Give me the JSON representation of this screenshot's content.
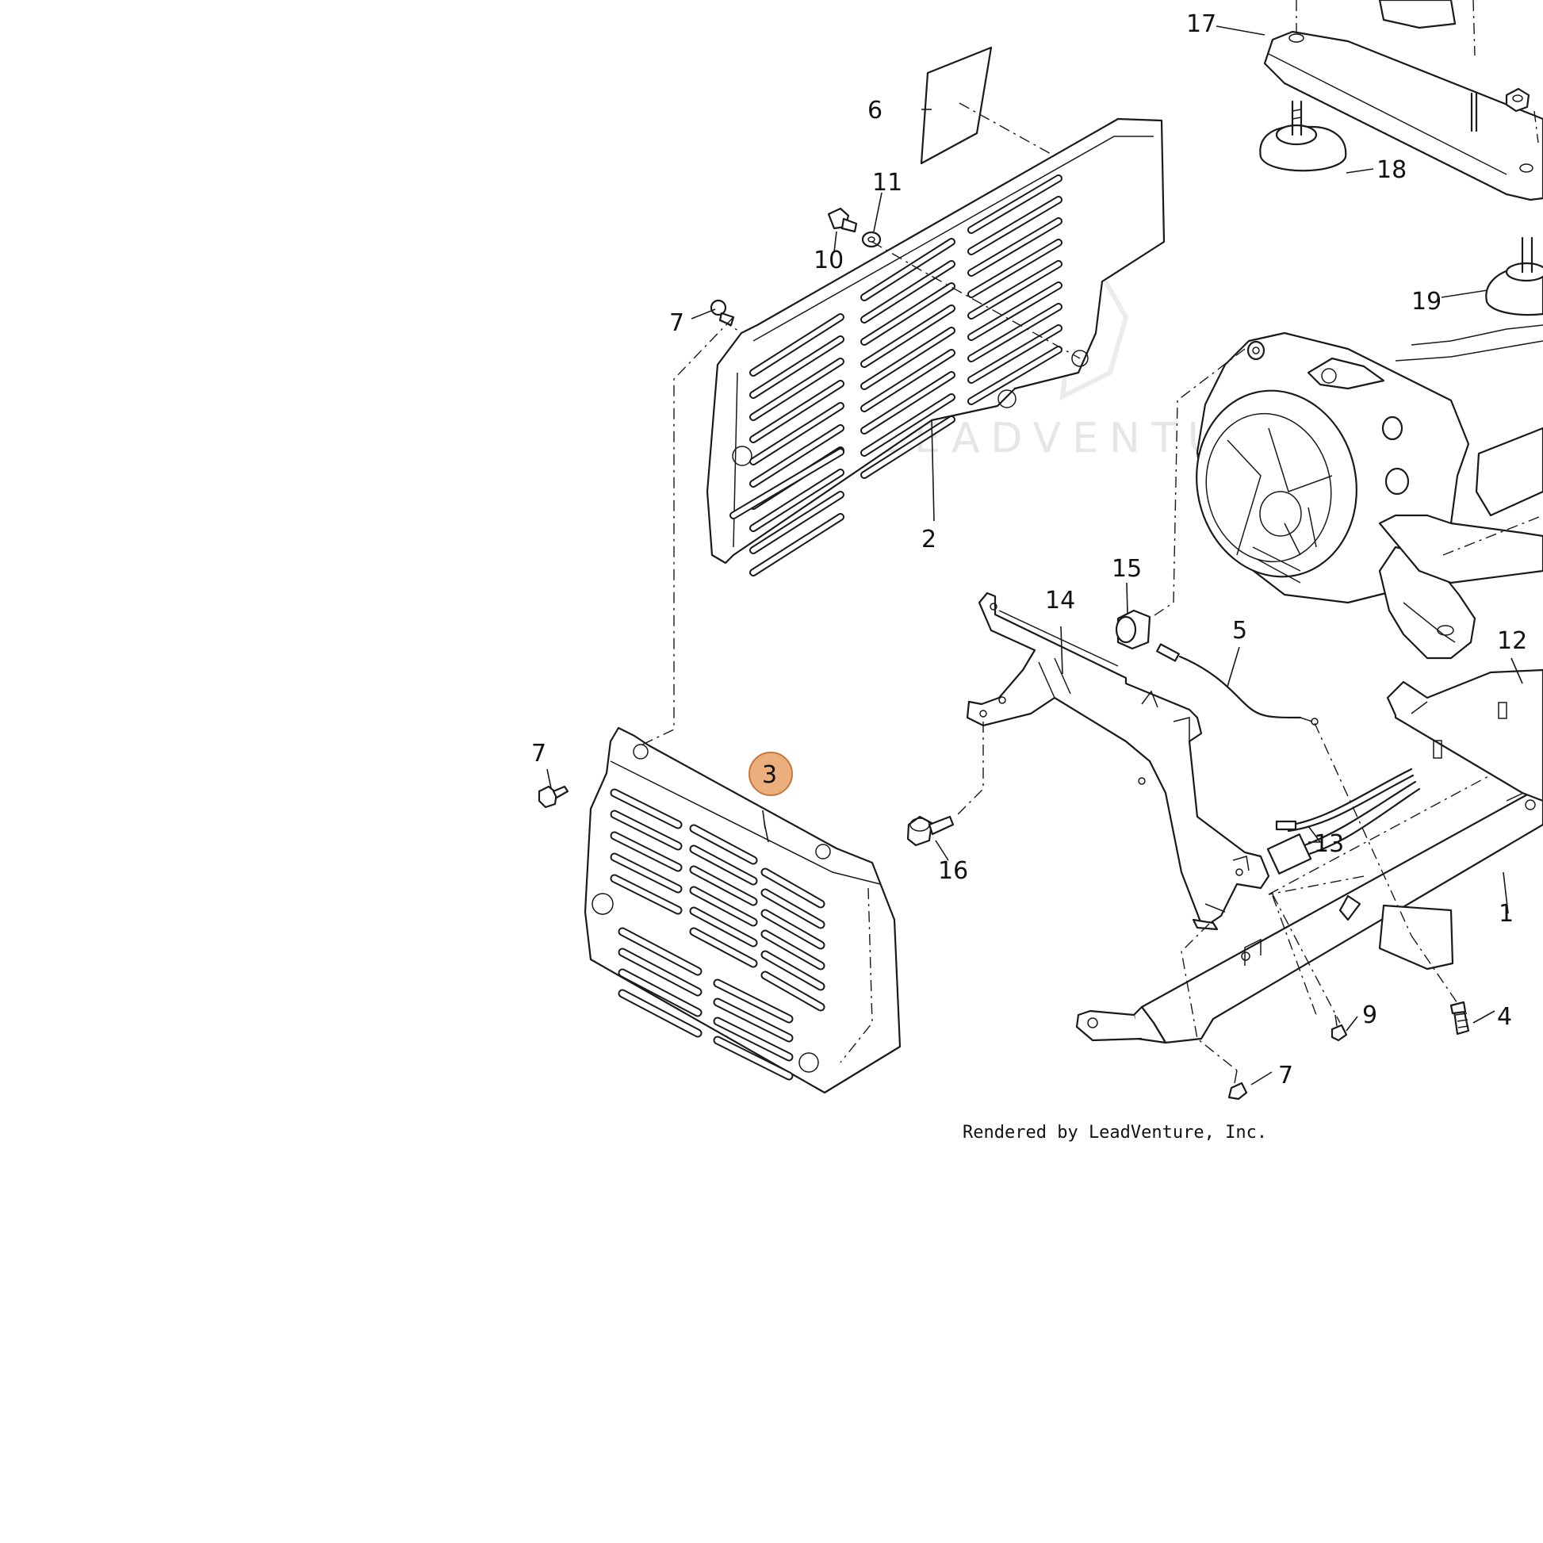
{
  "watermark": "LEADVENTURE",
  "footer": "Rendered by LeadVenture, Inc.",
  "highlight_color": "#e8a066",
  "callouts": {
    "c1": "1",
    "c2": "2",
    "c3": "3",
    "c4": "4",
    "c5": "5",
    "c6": "6",
    "c7a": "7",
    "c7b": "7",
    "c7c": "7",
    "c9": "9",
    "c10": "10",
    "c11": "11",
    "c12": "12",
    "c13": "13",
    "c14": "14",
    "c15": "15",
    "c16": "16",
    "c17": "17",
    "c18": "18",
    "c19": "19"
  }
}
